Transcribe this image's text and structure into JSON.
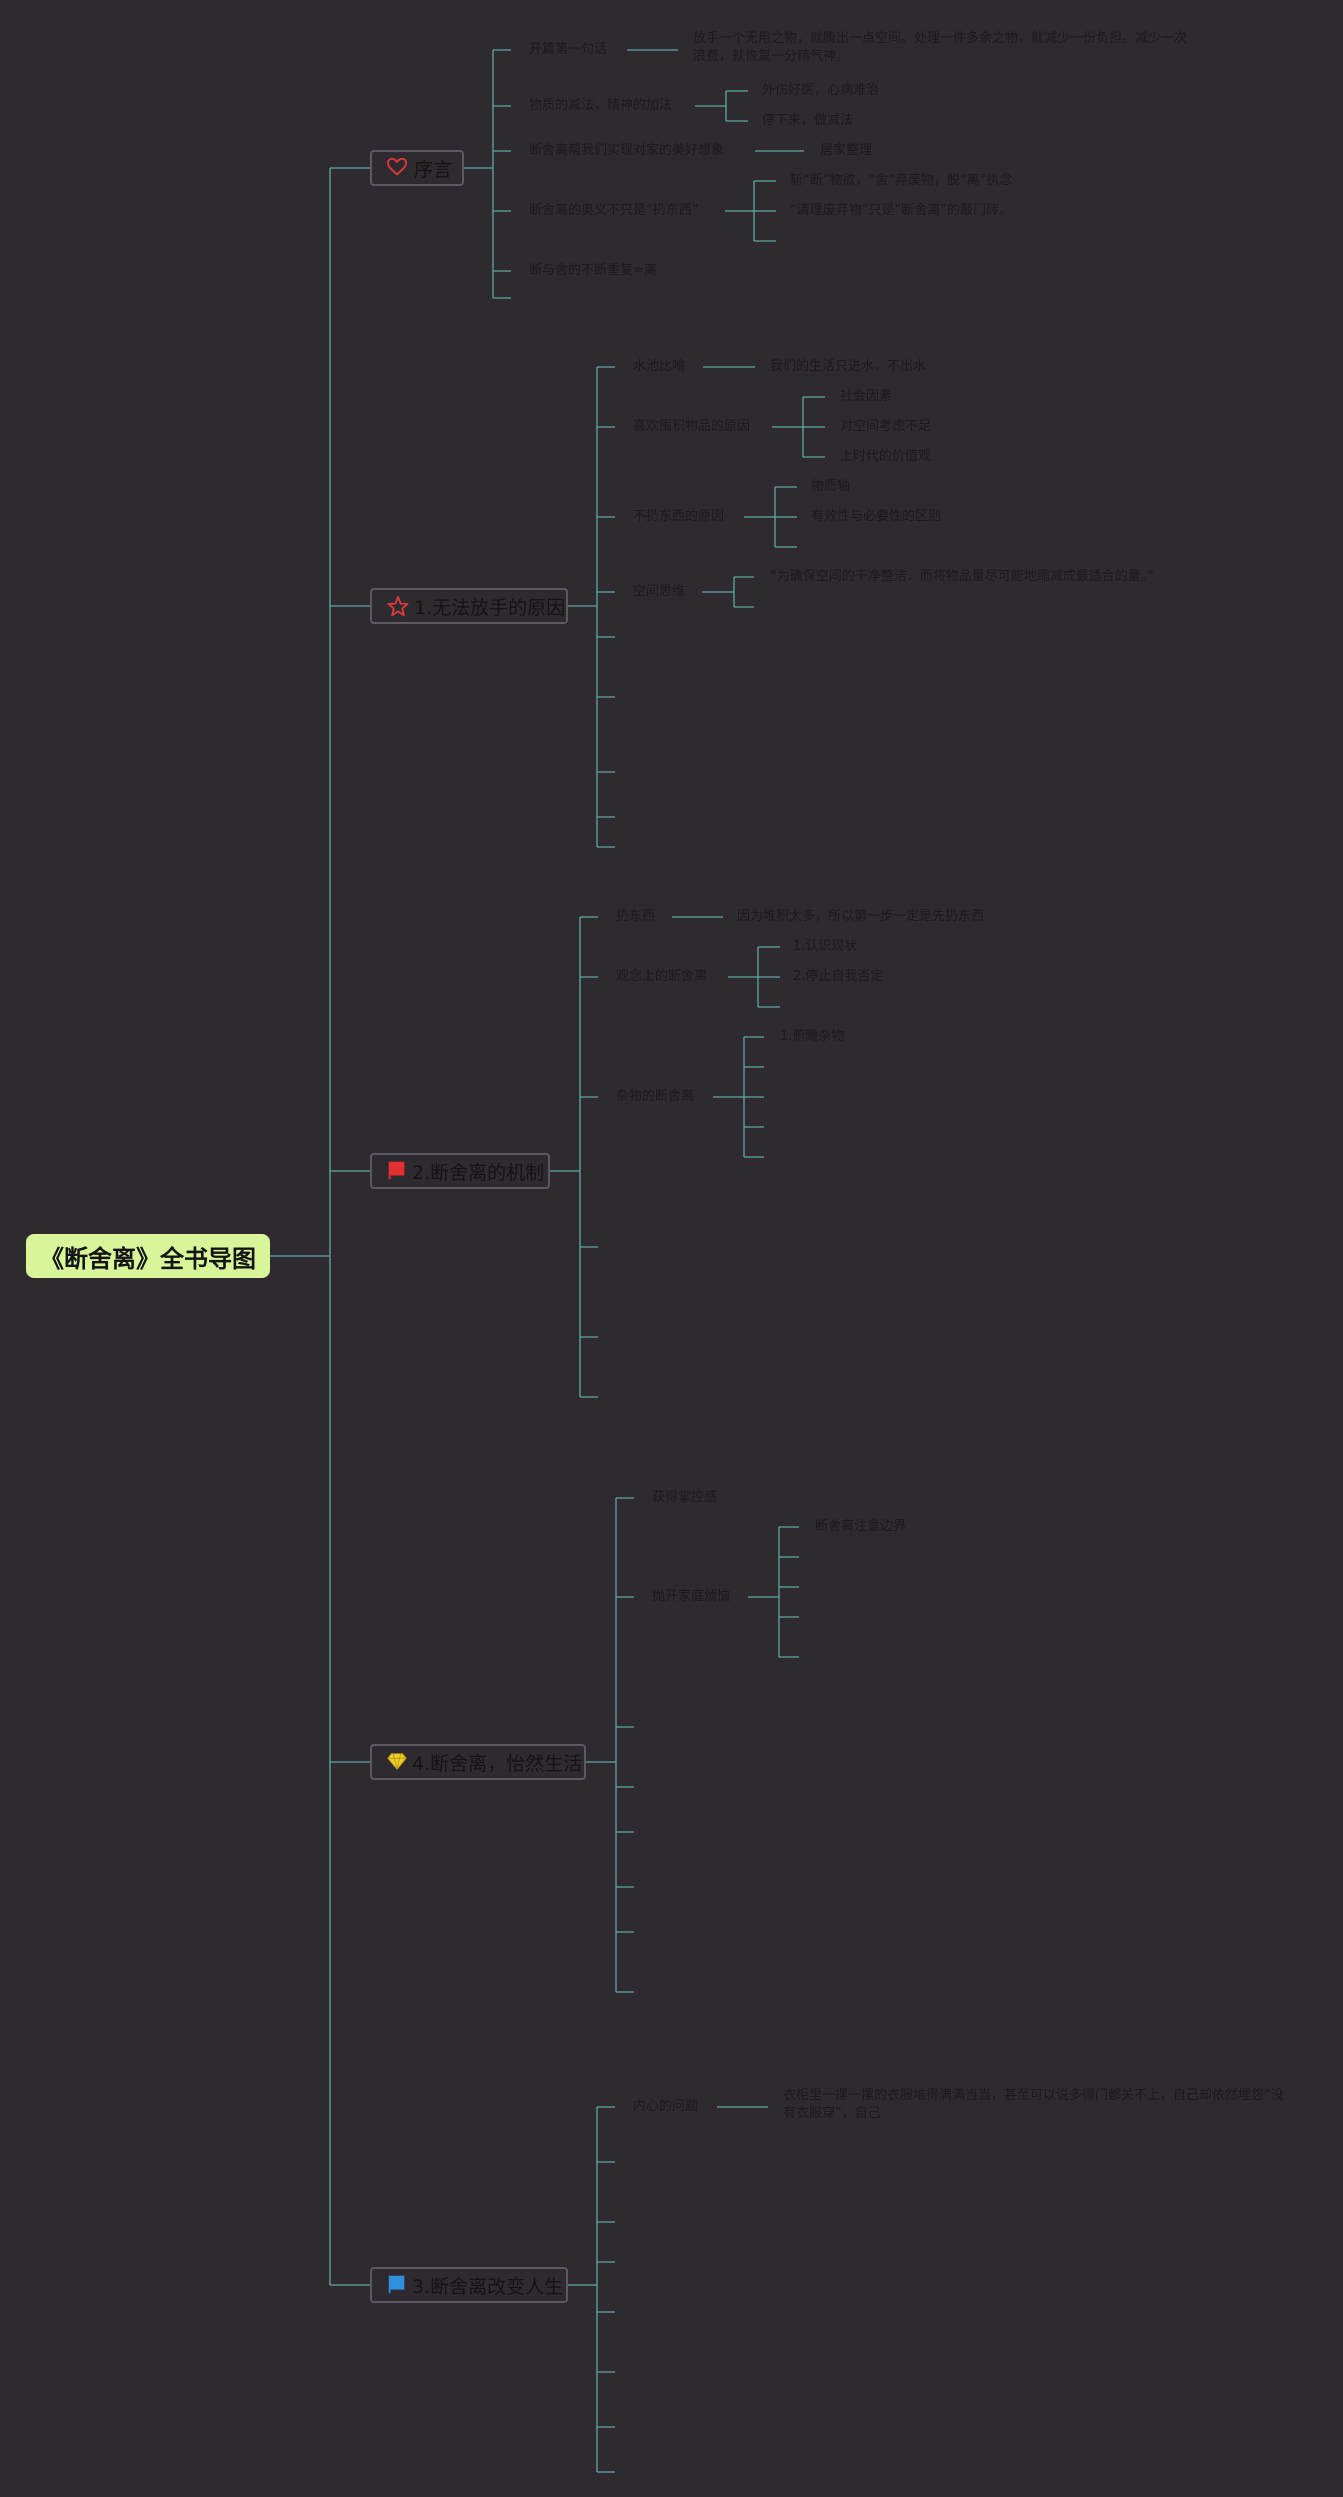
{
  "root": {
    "title": "《断舍离》全书导图"
  },
  "branches": {
    "b0": {
      "label": "序言",
      "icon": "heart-icon",
      "n1": "开篇第一句话",
      "n1a": "放手一个无用之物，就腾出一点空间。处理一件多余之物，就减少一份负担。减少一次浪费，就恢复一分精气神。",
      "n2": "物质的减法，精神的加法",
      "n2a": "外伤好医，心病难治",
      "n2b": "停下来，做减法",
      "n3": "断舍离帮我们实现对家的美好想象",
      "n3a": "居家整理",
      "n4": "断舍离的奥义不只是“扔东西”",
      "n4a": "斩“断”物欲，“舍”弃废物，脱“离”执念",
      "n4b": "“清理废弃物”只是“断舍离”的敲门砖。",
      "n5": "断与舍的不断重复=离"
    },
    "b1": {
      "label": "1.无法放手的原因",
      "icon": "star-icon",
      "n1": "水池比喻",
      "n1a": "我们的生活只进水，不出水",
      "n2": "喜欢囤积物品的原因",
      "n2a": "社会因素",
      "n2b": "对空间考虑不足",
      "n2c": "上时代的价值观",
      "n3": "不扔东西的原因",
      "n3a": "物质轴",
      "n3b": "有效性与必要性的区别",
      "n4": "空间思维",
      "n4a": "“为确保空间的干净整洁，而将物品量尽可能地缩减成最适合的量。”"
    },
    "b2": {
      "label": "2.断舍离的机制",
      "icon": "flag-icon",
      "n1": "扔东西",
      "n1a": "因为堆积太多，所以第一步一定是先扔东西",
      "n2": "观念上的断舍离",
      "n2a": "1.认识现状",
      "n2b": "2.停止自我否定",
      "n3": "杂物的断舍离",
      "n3a": "1.俯瞰杂物"
    },
    "b3": {
      "label": "4.断舍离，怡然生活",
      "icon": "diamond-icon",
      "n1": "获得掌控感",
      "n2": "抛开家庭烦恼",
      "n2a": "断舍离注意边界"
    },
    "b4": {
      "label": "3.断舍离改变人生",
      "icon": "flag-icon",
      "n1": "内心的问题",
      "n1a": "衣柜里一摞一摞的衣服堆得满满当当，甚至可以说多得门都关不上，自己却依然埋怨“没有衣服穿”，自己"
    }
  },
  "colors": {
    "background": "#2f2930",
    "root_fill": "#d8f59a",
    "line": "#5fa9a4",
    "branch_border": "#5c5a60",
    "text": "#1b1b1b"
  }
}
